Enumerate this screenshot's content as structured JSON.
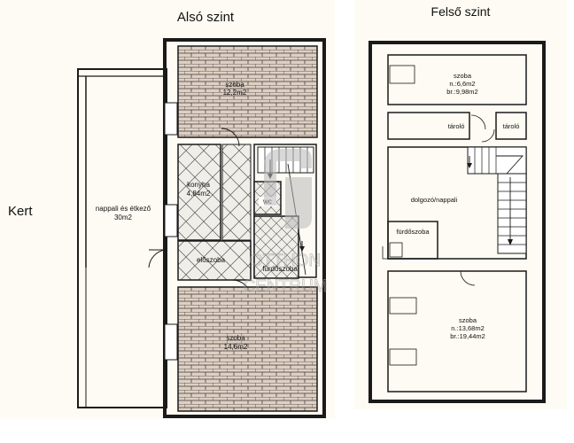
{
  "colors": {
    "paper": "#fdfbf3",
    "wall": "#1a1a1a",
    "brick_fill": "#ddd0c3",
    "brick_line": "#4a4040",
    "tile_fill": "#efeee8",
    "watermark": "#b8b8b8"
  },
  "ground_floor": {
    "title": "Alsó szint",
    "garden_label": "Kert",
    "rooms": {
      "living_name": "nappali és étkező",
      "living_area": "30m2",
      "room_top_name": "szoba",
      "room_top_area": "12,2m2",
      "kitchen_name": "konyha",
      "kitchen_area": "4,84m2",
      "wc": "wc",
      "hall": "előszoba",
      "bathroom": "fürdőszoba",
      "room_bottom_name": "szoba",
      "room_bottom_area": "14,6m2"
    }
  },
  "upper_floor": {
    "title": "Felső szint",
    "rooms": {
      "room_top_name": "szoba",
      "room_top_net": "n.:6,6m2",
      "room_top_gross": "br.:9,98m2",
      "storage_left": "tároló",
      "storage_right": "tároló",
      "study": "dolgozó/nappali",
      "bathroom": "fürdőszoba",
      "room_bottom_name": "szoba",
      "room_bottom_net": "n.:13,68m2",
      "room_bottom_gross": "br.:19,44m2"
    }
  },
  "watermark": {
    "line1": "OTTHON",
    "line2": "CENTRUM"
  }
}
